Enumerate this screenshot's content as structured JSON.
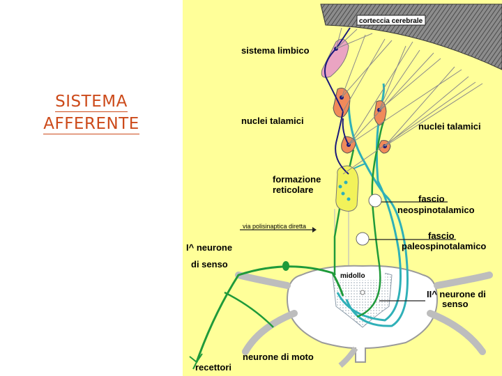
{
  "slide": {
    "title_line1": "SISTEMA",
    "title_line2": "AFFERENTE"
  },
  "diagram": {
    "labels": {
      "cortex": "corteccia cerebrale",
      "limbic": "sistema limbico",
      "thalamic_left": "nuclei talamici",
      "thalamic_right": "nuclei talamici",
      "reticular_1": "formazione",
      "reticular_2": "reticolare",
      "neo_1": "fascio",
      "neo_2": "neospinotalamico",
      "polysynaptic": "via polisinaptica diretta",
      "paleo_1": "fascio",
      "paleo_2": "paleospinotalamico",
      "first_neuron_1": "I^  neurone",
      "first_neuron_2": "di senso",
      "cord": "midollo",
      "second_neuron_1": "II^ neurone di",
      "second_neuron_2": "senso",
      "motor": "neurone di moto",
      "receptors": "recettori"
    },
    "colors": {
      "background": "#ffff99",
      "afferent_green": "#1f9a3a",
      "spinothalamic_teal": "#2fb0b8",
      "projection_navy": "#1a1a7a",
      "nucleus_orange": "#f08a5a",
      "limbic_pink": "#eaa4c2",
      "reticular_yellow": "#f2f25a"
    }
  }
}
